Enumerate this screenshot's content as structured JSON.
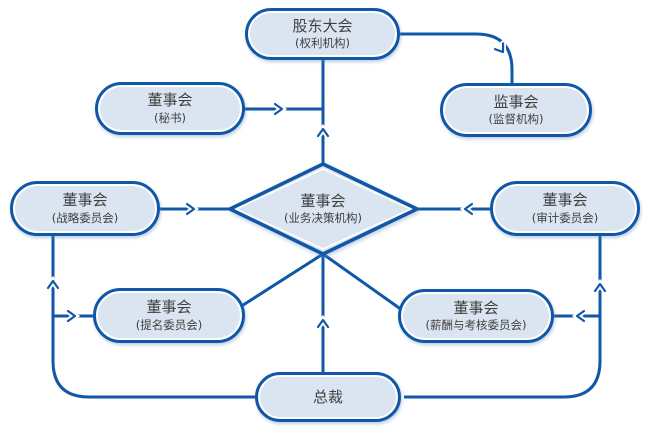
{
  "colors": {
    "line": "#1057a8",
    "fill": "#dbe5f2",
    "text": "#404040"
  },
  "nodes": {
    "shareholders": {
      "label": "股东大会",
      "sub": "(权利机构)"
    },
    "secretary": {
      "label": "董事会",
      "sub": "(秘书)"
    },
    "supervisory": {
      "label": "监事会",
      "sub": "(监督机构)"
    },
    "board": {
      "label": "董事会",
      "sub": "(业务决策机构)"
    },
    "strategy": {
      "label": "董事会",
      "sub": "(战略委员会)"
    },
    "audit": {
      "label": "董事会",
      "sub": "(审计委员会)"
    },
    "nomination": {
      "label": "董事会",
      "sub": "(提名委员会)"
    },
    "compensation": {
      "label": "董事会",
      "sub": "(薪酬与考核委员会)"
    },
    "president": {
      "label": "总裁"
    }
  }
}
